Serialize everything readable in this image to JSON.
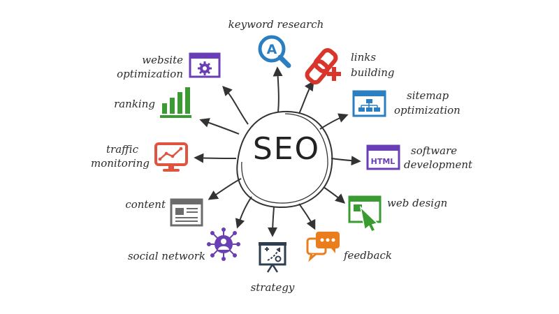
{
  "center": {
    "text": "SEO"
  },
  "nodes": {
    "keyword_research": "keyword research",
    "website_optimization_1": "website",
    "website_optimization_2": "optimization",
    "links_building_1": "links",
    "links_building_2": "building",
    "ranking": "ranking",
    "sitemap_optimization_1": "sitemap",
    "sitemap_optimization_2": "optimization",
    "traffic_monitoring_1": "traffic",
    "traffic_monitoring_2": "monitoring",
    "software_development_1": "software",
    "software_development_2": "development",
    "content": "content",
    "web_design": "web design",
    "social_network": "social network",
    "feedback": "feedback",
    "strategy": "strategy"
  },
  "icons": {
    "keyword_research": "magnifier-A-icon",
    "website_optimization": "browser-gear-icon",
    "links_building": "chain-link-plus-icon",
    "ranking": "bar-chart-icon",
    "sitemap_optimization": "sitemap-window-icon",
    "traffic_monitoring": "monitor-line-chart-icon",
    "software_development": "html-window-icon",
    "content": "document-window-icon",
    "web_design": "web-design-cursor-icon",
    "social_network": "people-network-icon",
    "feedback": "speech-bubbles-icon",
    "strategy": "strategy-board-icon"
  },
  "icon_text": {
    "html": "HTML",
    "keyword_letter": "A"
  },
  "colors": {
    "blue": "#2b7fc1",
    "purple": "#6a3fb5",
    "red": "#d9352b",
    "green": "#3a9b32",
    "gray": "#6b6b6b",
    "orange": "#ea7e1c",
    "navy": "#2d3e50",
    "coral": "#e0533e",
    "ink": "#333333"
  }
}
